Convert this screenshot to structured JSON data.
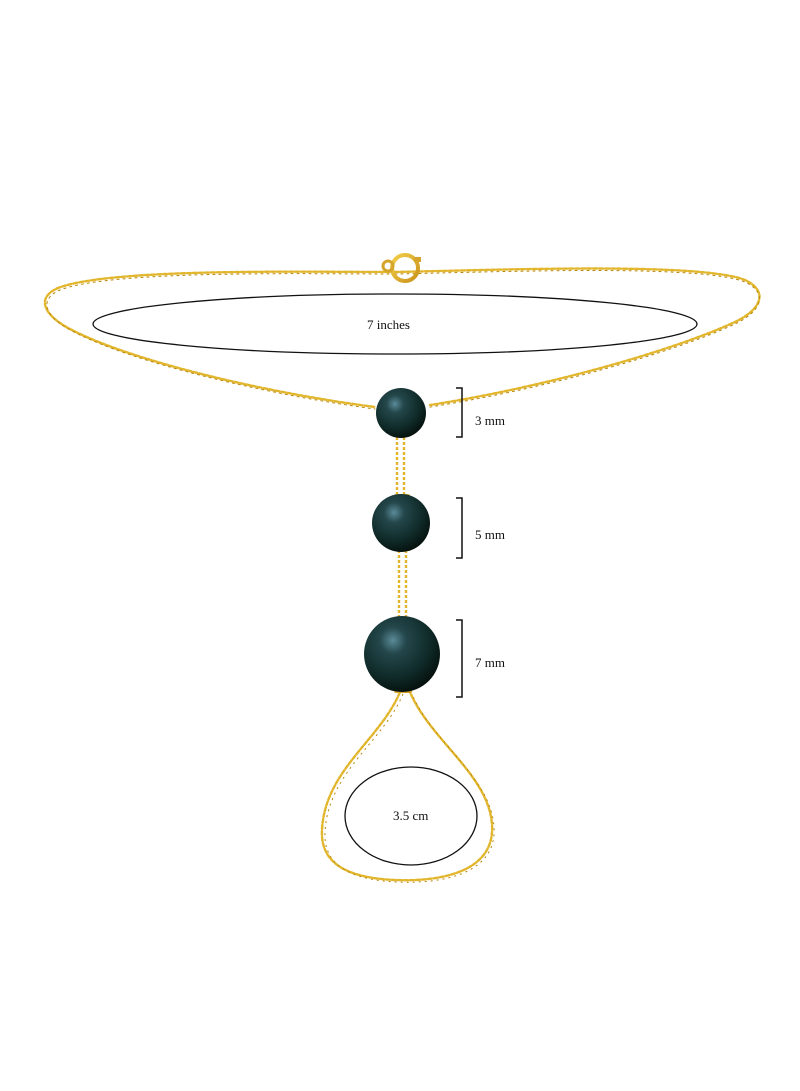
{
  "measurements": {
    "wrist_length": "7 inches",
    "pearl_small": "3 mm",
    "pearl_medium": "5 mm",
    "pearl_large": "7 mm",
    "ring_diameter": "3.5 cm"
  },
  "colors": {
    "background": "#ffffff",
    "chain_gold": "#e2b62c",
    "chain_shadow": "#b8860b",
    "pearl_dark": "#0f2a28",
    "pearl_highlight": "#4f7c8a",
    "outline": "#111111"
  }
}
